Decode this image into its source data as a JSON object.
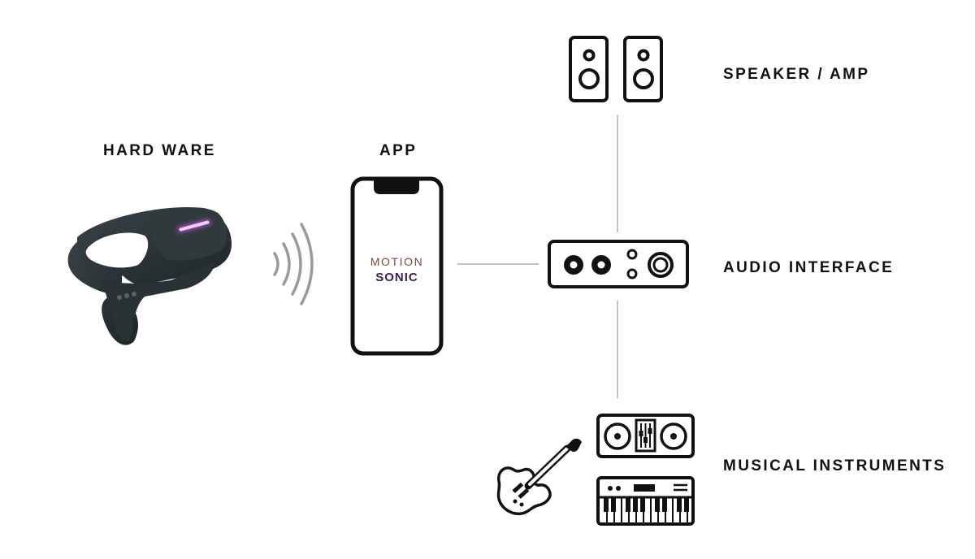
{
  "labels": {
    "hardware": "HARD WARE",
    "app": "APP",
    "speaker_amp": "SPEAKER / AMP",
    "audio_interface": "AUDIO INTERFACE",
    "musical_instruments": "MUSICAL INSTRUMENTS"
  },
  "app_logo": {
    "line1": "MOTION",
    "line2": "SONIC"
  },
  "icons": {
    "device": "wearable-ring-device-icon",
    "wireless": "wireless-signal-icon",
    "phone": "smartphone-icon",
    "speakers": "speaker-pair-icon",
    "interface": "audio-interface-icon",
    "dj_controller": "dj-controller-icon",
    "keyboard": "keyboard-synth-icon",
    "guitar": "electric-guitar-icon"
  },
  "colors": {
    "text": "#111111",
    "connector": "#c4c4c4",
    "device_body": "#2b3336",
    "device_led": "#d45cf0",
    "logo_top": "#7a4b38",
    "logo_bottom": "#3a1f52"
  }
}
